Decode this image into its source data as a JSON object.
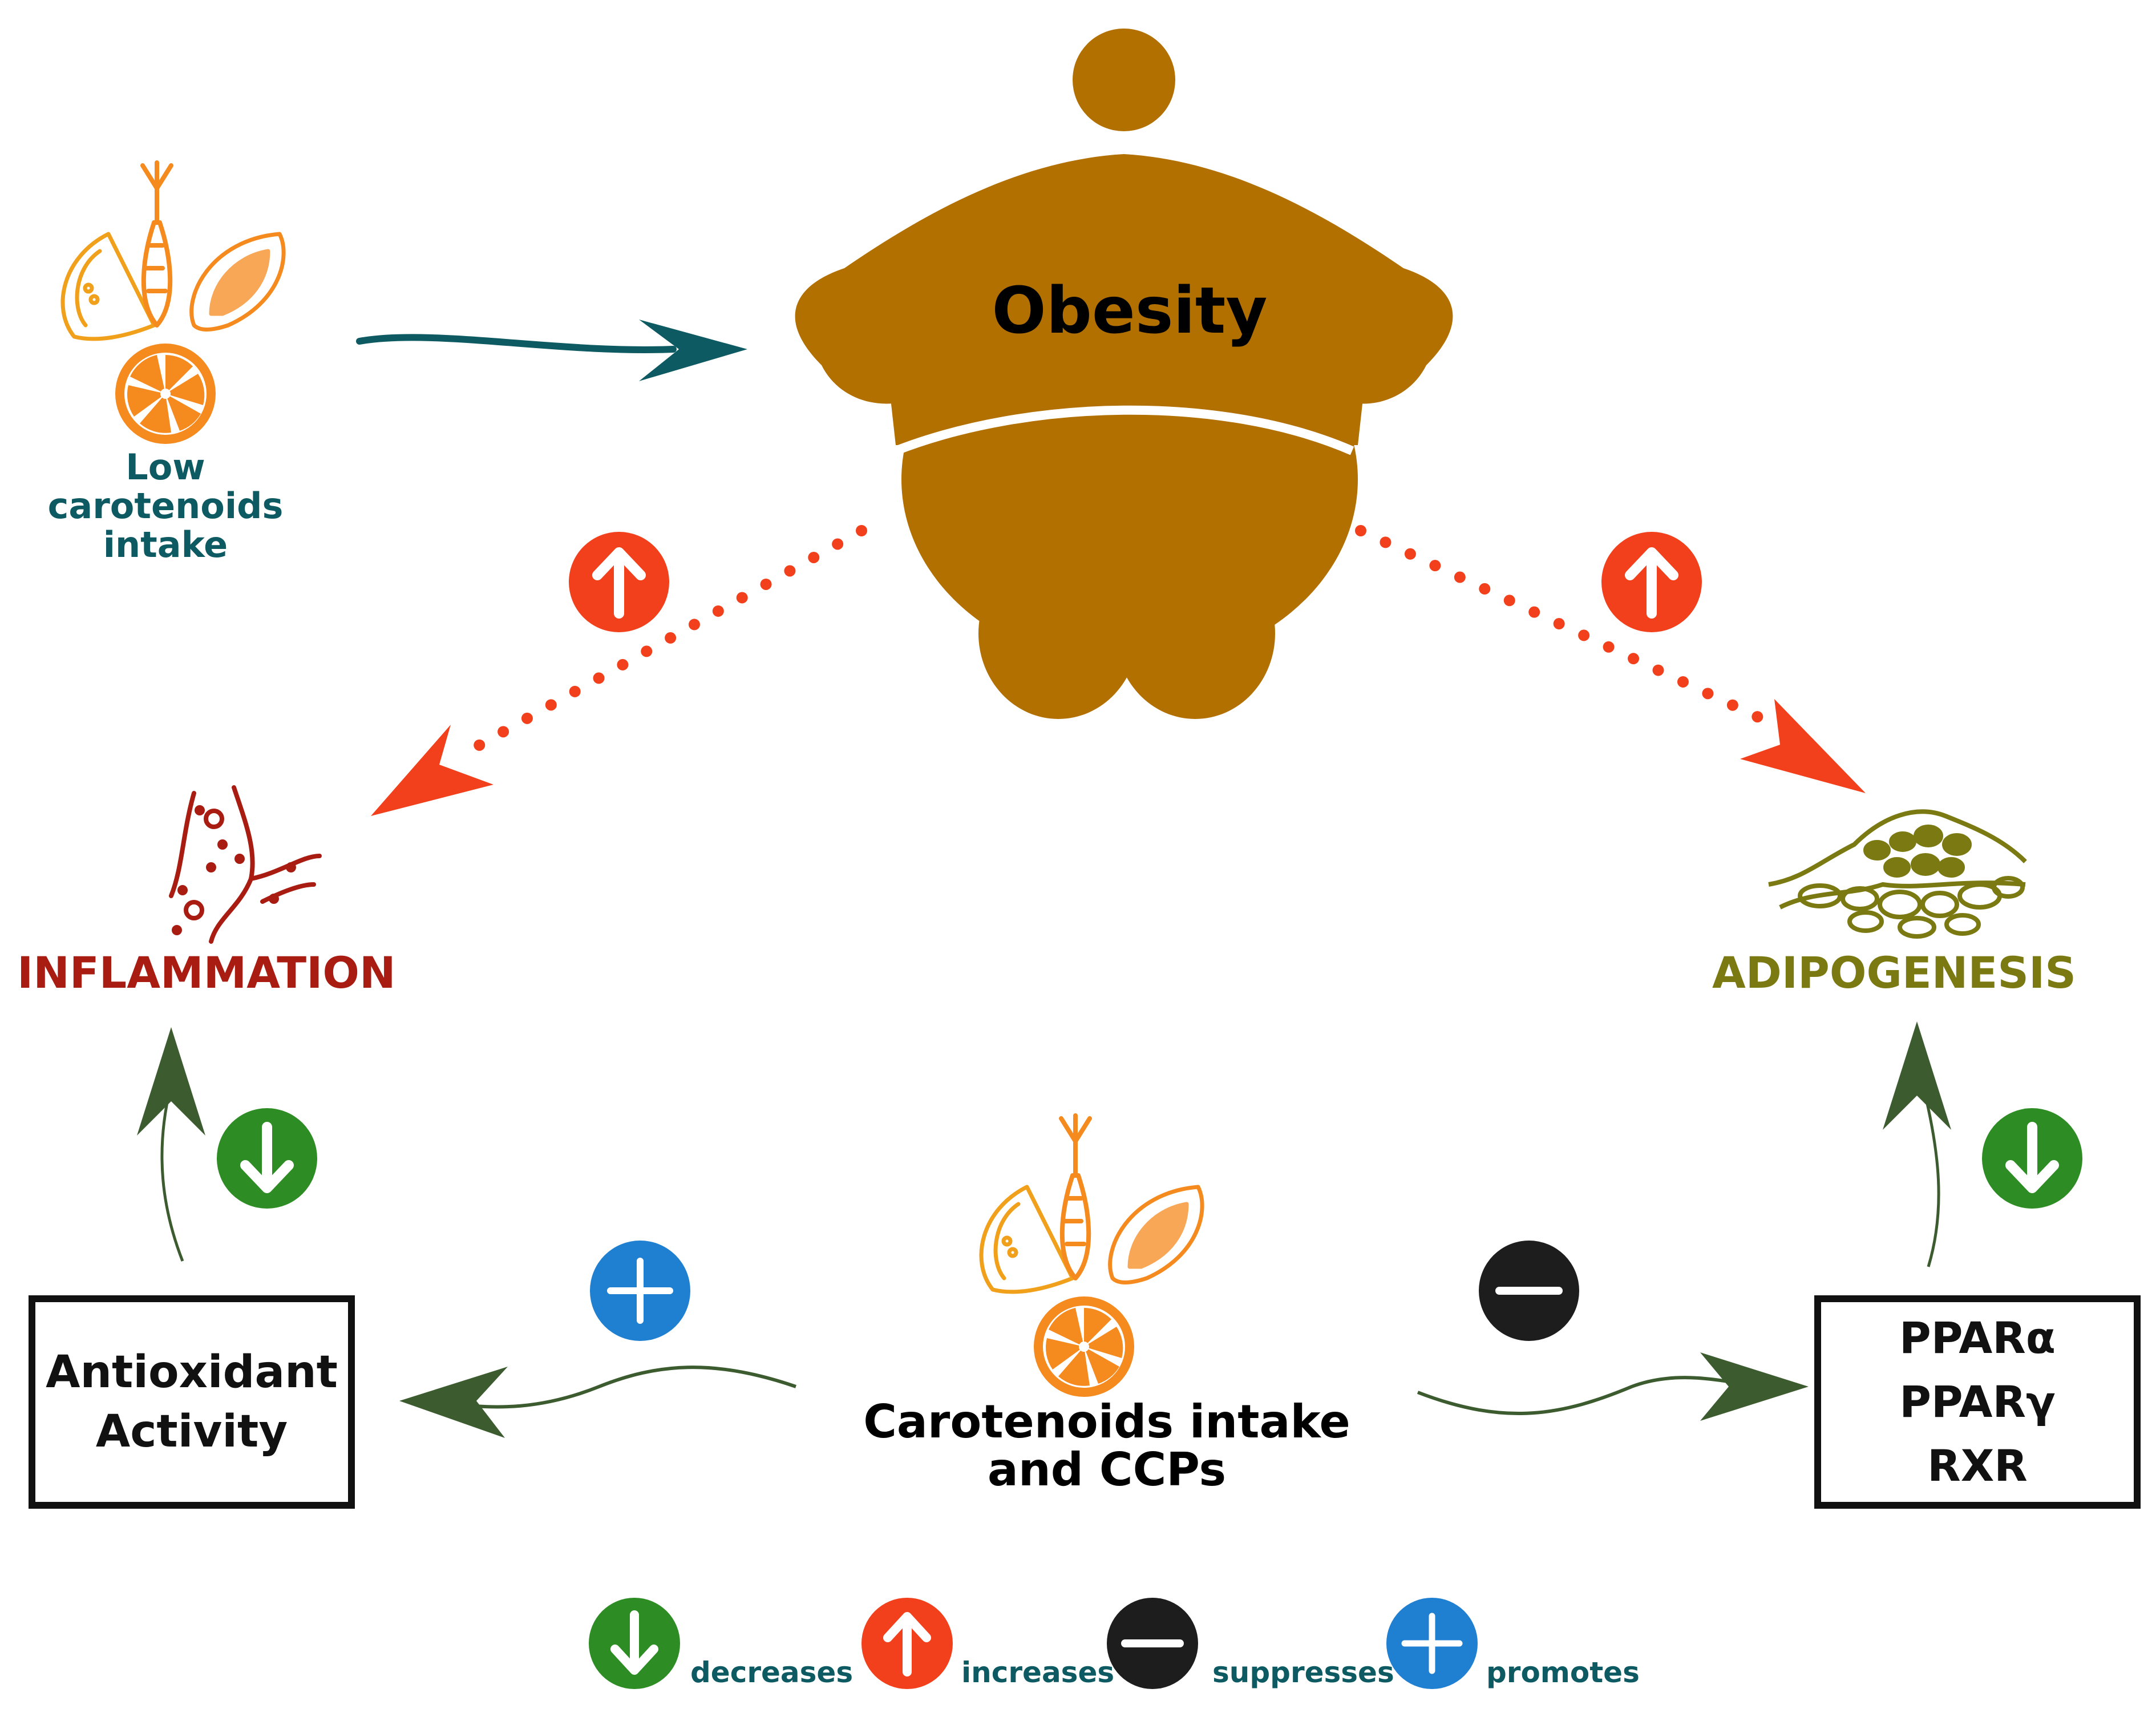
{
  "title_center": "Obesity",
  "low_intake": {
    "line1": "Low",
    "line2": "carotenoids",
    "line3": "intake"
  },
  "inflammation": "INFLAMMATION",
  "adipogenesis": "ADIPOGENESIS",
  "antioxidant": {
    "line1": "Antioxidant",
    "line2": "Activity"
  },
  "receptors": [
    "PPARα",
    "PPARγ",
    "RXR"
  ],
  "carotenoids": {
    "line1": "Carotenoids intake",
    "line2": "and CCPs"
  },
  "legend": {
    "decreases": "decreases",
    "increases": "increases",
    "suppresses": "suppresses",
    "promotes": "promotes"
  },
  "colors": {
    "body": "#b27000",
    "teal": "#0e5a62",
    "red": "#f2401c",
    "dark_red": "#a81c12",
    "olive": "#7b7a12",
    "green": "#2e8c24",
    "arrow_green": "#3c5c30",
    "blue": "#1f7fd0",
    "black": "#1d1d1d",
    "orange": "#f58a1e"
  },
  "icons": {
    "decreases": "down-arrow-circle-icon",
    "increases": "up-arrow-circle-icon",
    "suppresses": "minus-circle-icon",
    "promotes": "plus-circle-icon",
    "fruits": "fruit-vegetable-icon",
    "vessel": "blood-vessel-icon",
    "fat_tissue": "adipose-tissue-icon"
  }
}
